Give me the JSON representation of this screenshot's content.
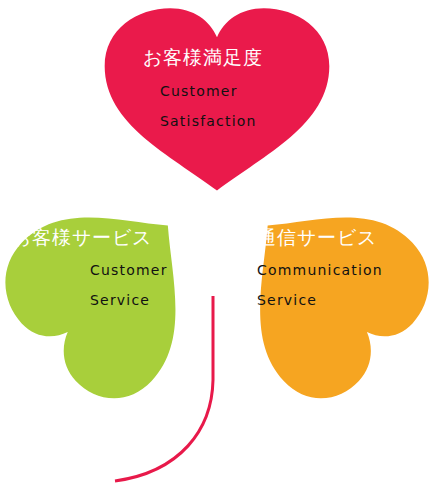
{
  "diagram": {
    "nodes": [
      {
        "text": [
          "お客様満足度",
          "Customer Satisfaction"
        ]
      },
      {
        "text": [
          "お客様サービス",
          "Customer Service"
        ]
      },
      {
        "text": [
          "通信サービス",
          "Communication Service"
        ]
      }
    ]
  }
}
